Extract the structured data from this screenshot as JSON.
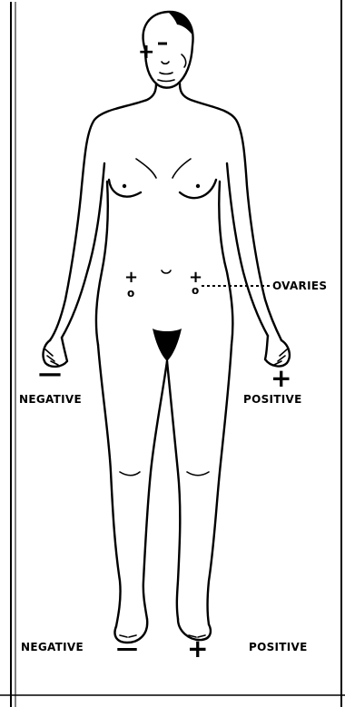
{
  "labels": {
    "ovaries": "OVARIES",
    "negative_hand": "NEGATIVE",
    "positive_hand": "POSITIVE",
    "negative_feet": "NEGATIVE",
    "positive_feet": "POSITIVE"
  },
  "signs": {
    "plus": "+",
    "minus": "—",
    "ovary_marker": "o"
  }
}
